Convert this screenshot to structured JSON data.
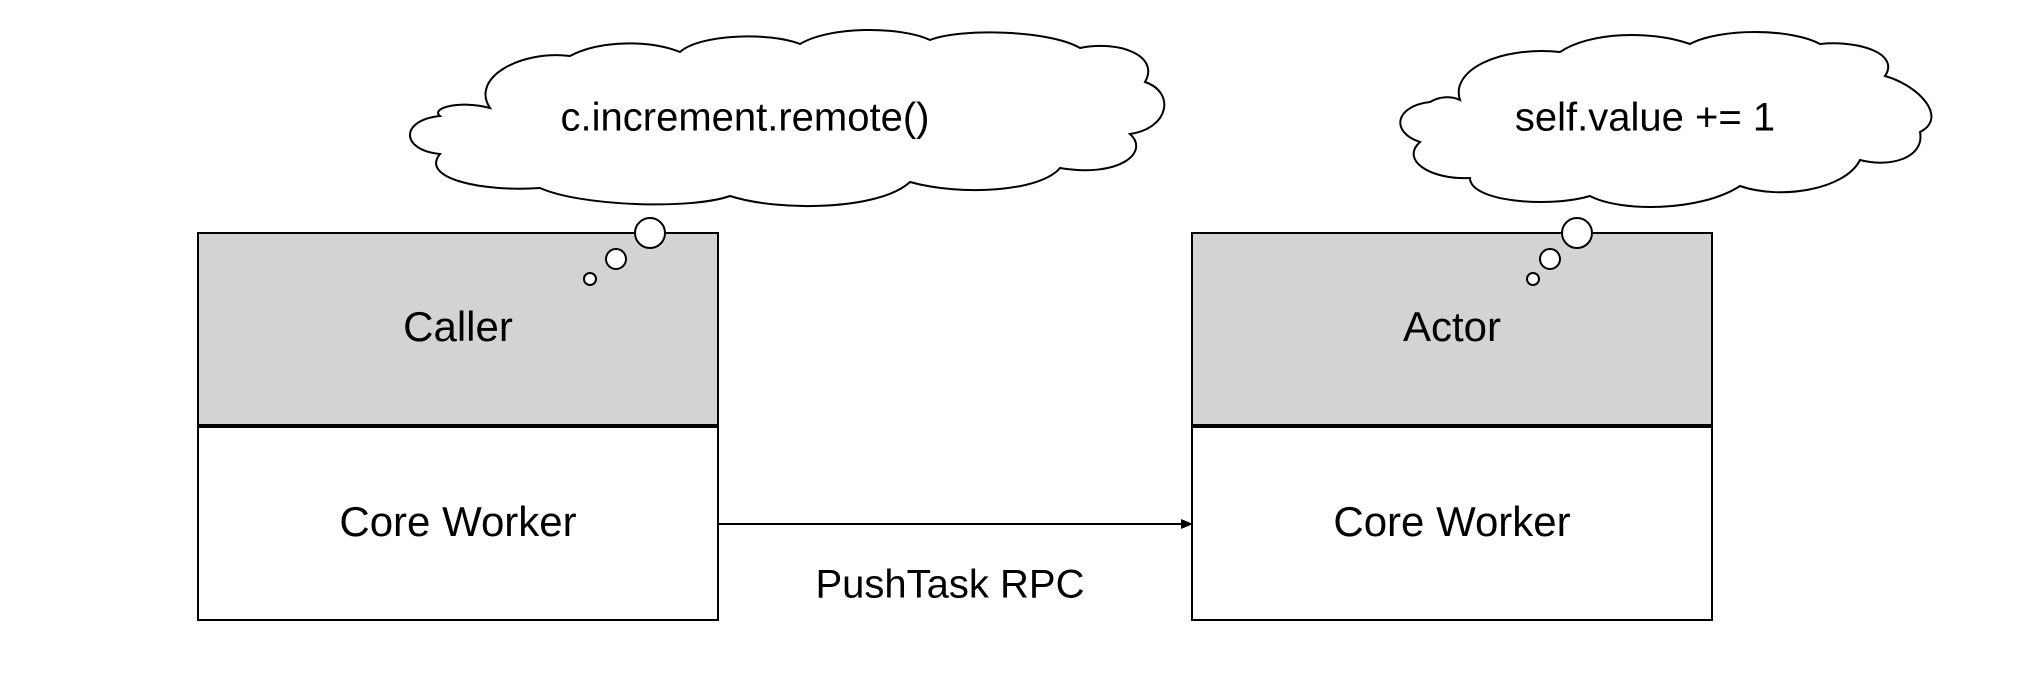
{
  "nodes": {
    "caller": {
      "top_label": "Caller",
      "bottom_label": "Core Worker",
      "thought": "c.increment.remote()"
    },
    "actor": {
      "top_label": "Actor",
      "bottom_label": "Core Worker",
      "thought": "self.value += 1"
    }
  },
  "edge": {
    "label": "PushTask RPC"
  },
  "colors": {
    "header_fill": "#d3d3d3",
    "body_fill": "#ffffff",
    "stroke": "#000000"
  }
}
